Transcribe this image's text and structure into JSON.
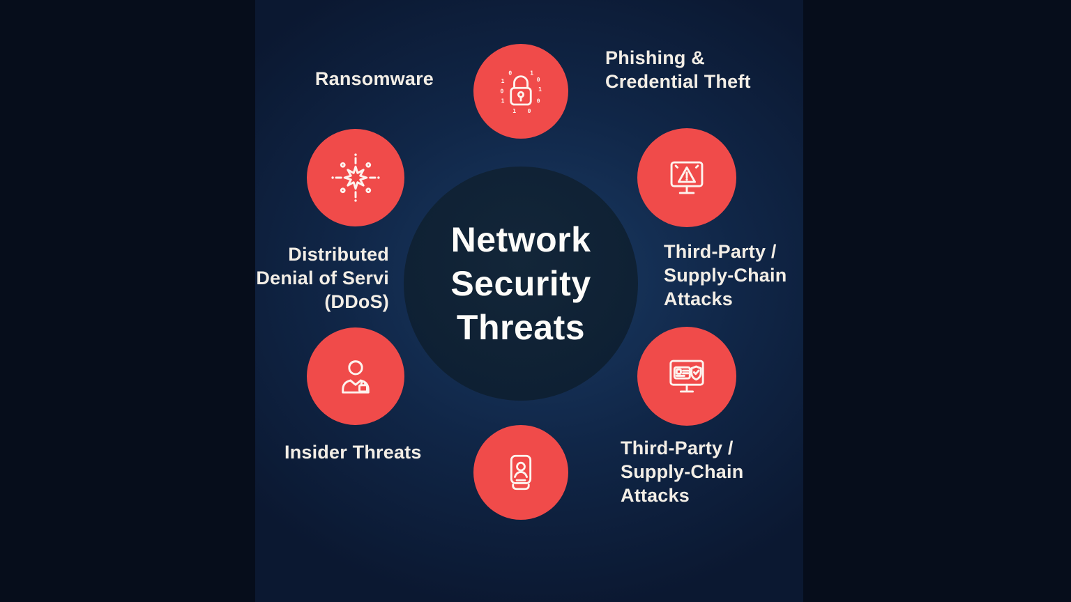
{
  "title": "Network\nSecurity\nThreats",
  "colors": {
    "background": "#060d1b",
    "panel_glow": "#1a3a63",
    "node_red": "#f04b4a",
    "icon_stroke": "#fdf3ee",
    "label_text": "#f3eee6",
    "center_circle": "#0e2033"
  },
  "nodes": [
    {
      "position": "top",
      "icon": "binary-padlock-icon"
    },
    {
      "position": "upper-left",
      "icon": "ddos-burst-icon"
    },
    {
      "position": "upper-right",
      "icon": "monitor-alert-icon"
    },
    {
      "position": "lower-left",
      "icon": "insider-person-icon"
    },
    {
      "position": "lower-right",
      "icon": "monitor-id-shield-icon"
    },
    {
      "position": "bottom",
      "icon": "id-badge-icon"
    }
  ],
  "labels": [
    {
      "text": "Ransomware"
    },
    {
      "text": "Phishing &\nCredential Theft"
    },
    {
      "text": "Distributed\nDenial of Servi\n(DDoS)"
    },
    {
      "text": "Third-Party /\nSupply-Chain\nAttacks"
    },
    {
      "text": "Insider Threats"
    },
    {
      "text": "Third-Party /\nSupply-Chain\nAttacks"
    }
  ]
}
